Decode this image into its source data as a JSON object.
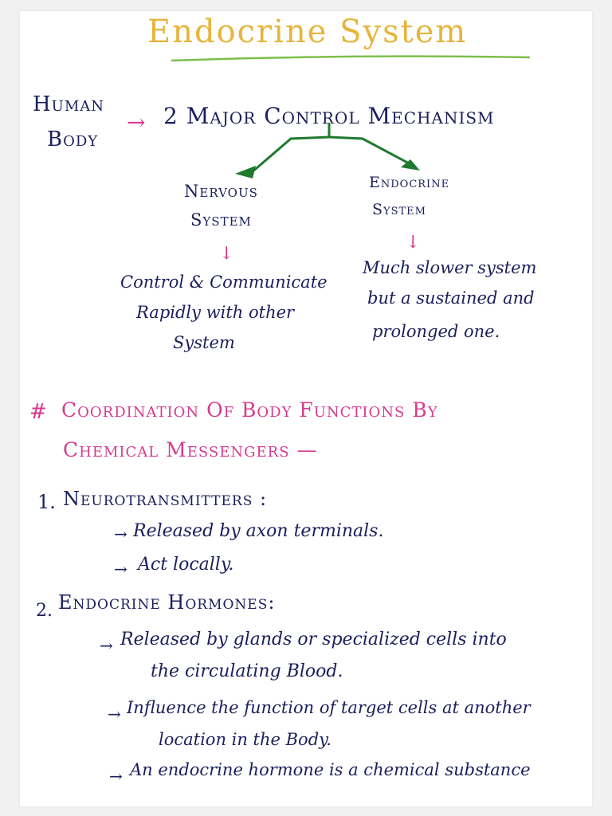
{
  "title": "Endocrine System",
  "intro": {
    "left_line1": "Human",
    "left_line2": "Body",
    "arrow": "→",
    "heading": "2 Major Control Mechanism"
  },
  "branches": [
    {
      "line1": "Nervous",
      "line2": "System",
      "down_arrow": "↓",
      "desc": [
        "Control & Communicate",
        "Rapidly with other",
        "System"
      ]
    },
    {
      "line1": "Endocrine",
      "line2": "System",
      "down_arrow": "↓",
      "desc": [
        "Much slower system",
        "but a sustained and",
        "prolonged one."
      ]
    }
  ],
  "section": {
    "marker": "#",
    "line1": "Coordination Of Body Functions By",
    "line2": "Chemical Messengers —"
  },
  "points": [
    {
      "number": "1.",
      "heading": "Neurotransmitters :",
      "bullets": [
        {
          "arrow": "→",
          "text": "Released by axon terminals."
        },
        {
          "arrow": "→",
          "text": "Act locally."
        }
      ]
    },
    {
      "number": "2.",
      "heading": "Endocrine Hormones:",
      "bullets": [
        {
          "arrow": "→",
          "text": "Released by glands or specialized cells into",
          "cont": "the circulating Blood."
        },
        {
          "arrow": "→",
          "text": "Influence the function of target cells at another",
          "cont": "location in the Body."
        },
        {
          "arrow": "→",
          "text": "An endocrine hormone is a chemical substance",
          "cont": ""
        }
      ]
    }
  ],
  "colors": {
    "title": "#e6b53c",
    "underline": "#7cbf4a",
    "ink": "#1a1f5c",
    "accent": "#d63a8f",
    "branch_arrows": "#1f7a2e"
  }
}
